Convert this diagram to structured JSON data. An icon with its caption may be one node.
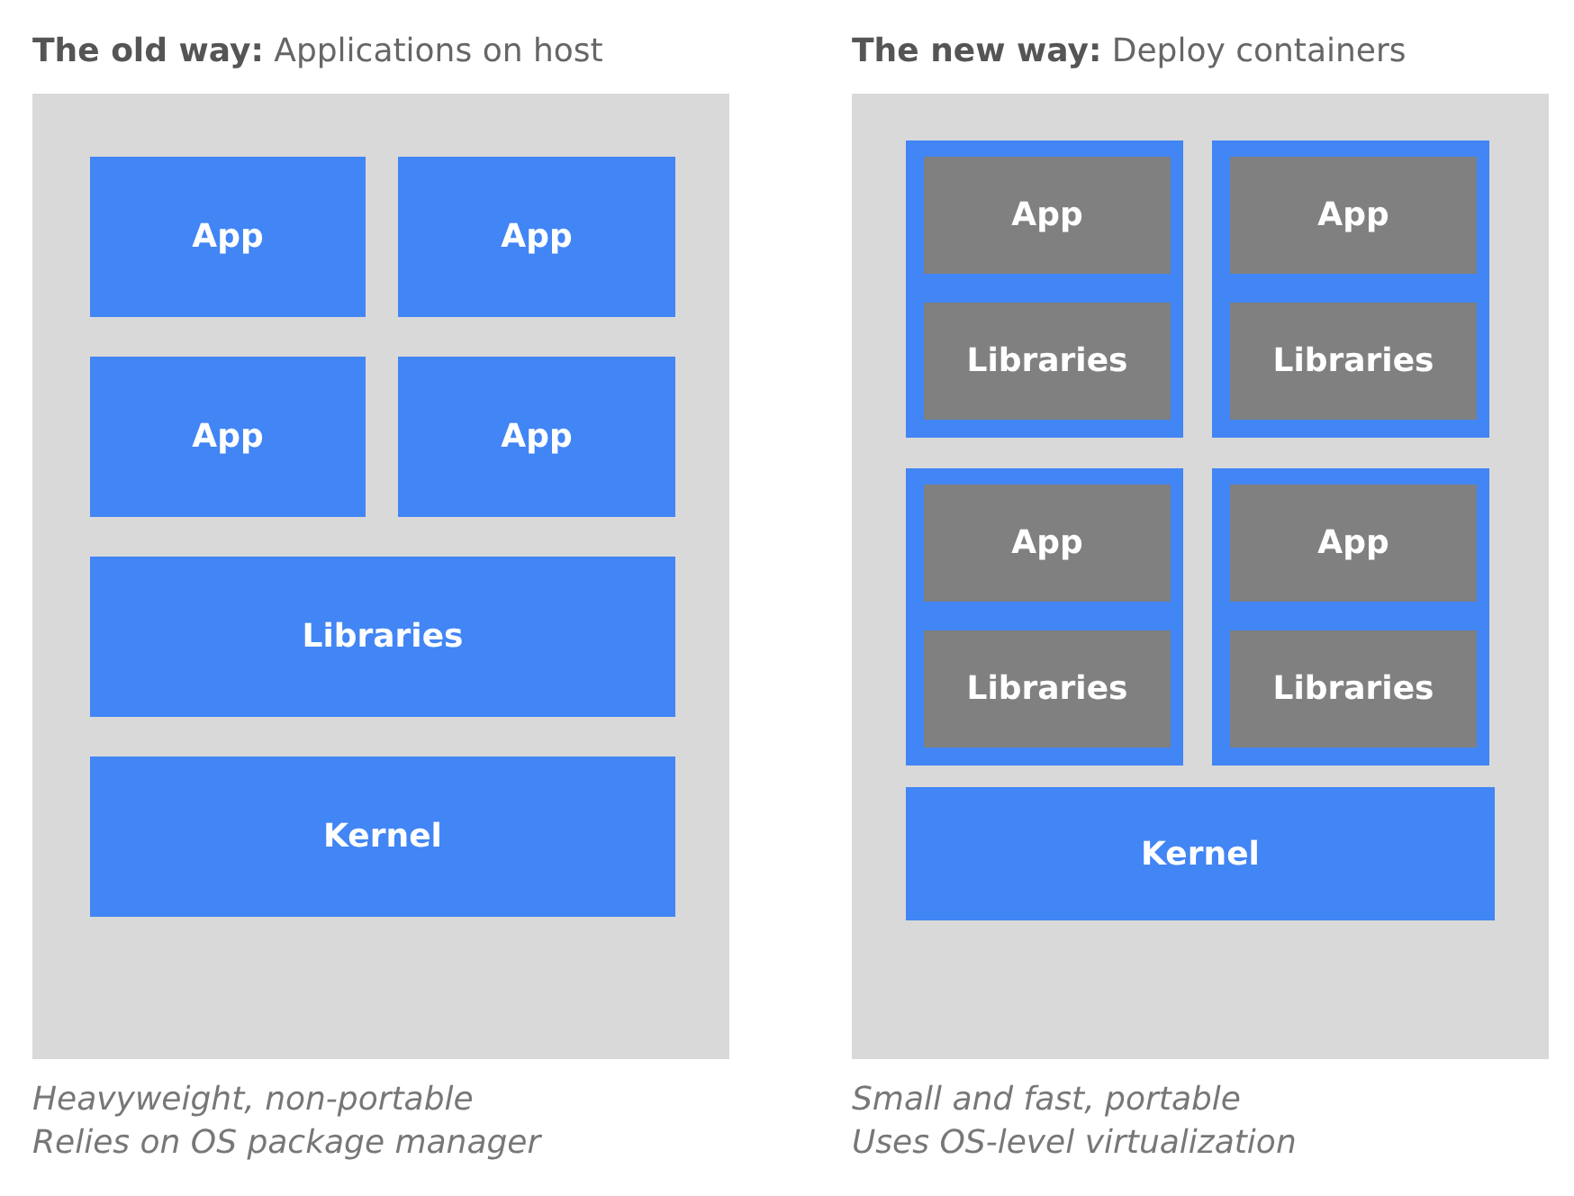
{
  "diagram": {
    "nodes": [
      {
        "text": [
          "**The old way:** Applications on host"
        ],
        "beside": [
          "Heavyweight, non-portable",
          "Relies on OS package manager"
        ]
      },
      {
        "text": [
          "App"
        ],
        "in": 0
      },
      {
        "text": [
          "App"
        ],
        "in": 0
      },
      {
        "text": [
          "App"
        ],
        "in": 0
      },
      {
        "text": [
          "App"
        ],
        "in": 0
      },
      {
        "text": [
          "Libraries"
        ],
        "in": 0
      },
      {
        "text": [
          "Kernel"
        ],
        "in": 0
      },
      {
        "text": [
          "**The new way:** Deploy containers"
        ],
        "beside": [
          "Small and fast, portable",
          "Uses OS-level virtualization"
        ]
      },
      {
        "text": [],
        "shape": "box",
        "in": 7
      },
      {
        "text": [
          "App"
        ],
        "in": 8
      },
      {
        "text": [
          "Libraries"
        ],
        "in": 8
      },
      {
        "text": [],
        "shape": "box",
        "in": 7
      },
      {
        "text": [
          "App"
        ],
        "in": 11
      },
      {
        "text": [
          "Libraries"
        ],
        "in": 11
      },
      {
        "text": [],
        "shape": "box",
        "in": 7
      },
      {
        "text": [
          "App"
        ],
        "in": 14
      },
      {
        "text": [
          "Libraries"
        ],
        "in": 14
      },
      {
        "text": [],
        "shape": "box",
        "in": 7
      },
      {
        "text": [
          "App"
        ],
        "in": 17
      },
      {
        "text": [
          "Libraries"
        ],
        "in": 17
      },
      {
        "text": [
          "Kernel"
        ],
        "in": 7
      }
    ],
    "edges": []
  }
}
